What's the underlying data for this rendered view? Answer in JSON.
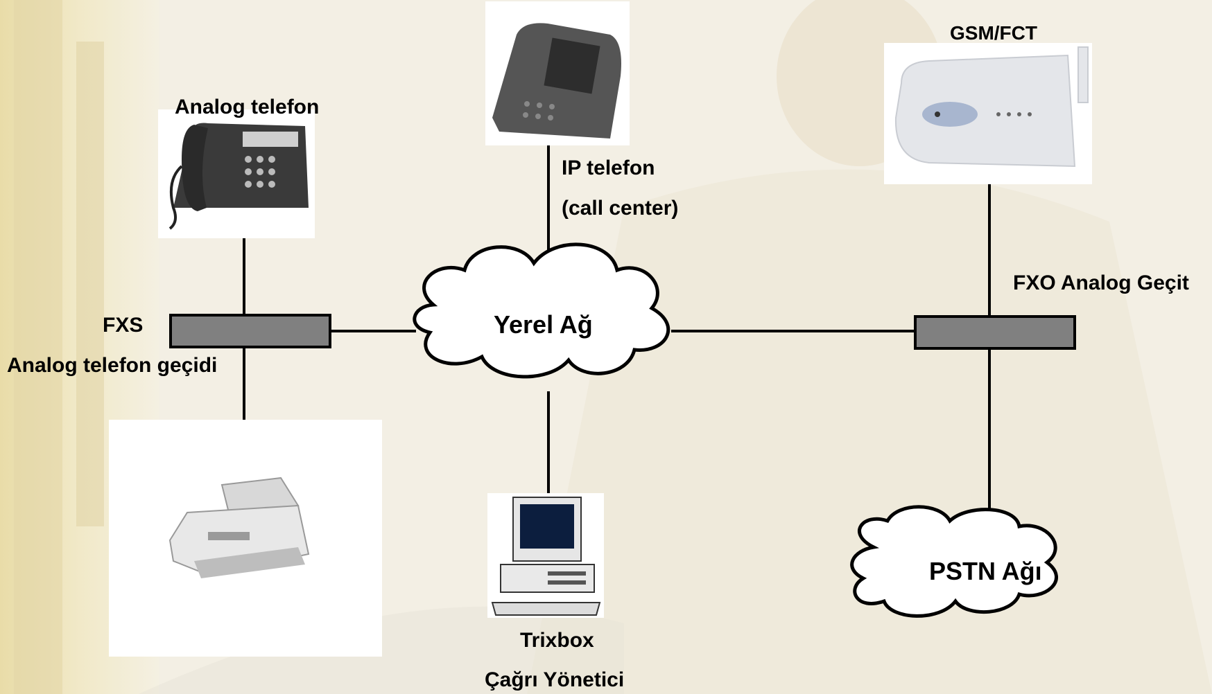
{
  "labels": {
    "analog_phone": "Analog telefon",
    "ip_phone_line1": "IP telefon",
    "ip_phone_line2": "(call center)",
    "gsm_fct": "GSM/FCT",
    "fxo_gateway": "FXO Analog Geçit",
    "fxs": "FXS",
    "fxs_gateway": "Analog telefon geçidi",
    "local_network": "Yerel Ağ",
    "pstn_network": "PSTN Ağı",
    "trixbox": "Trixbox",
    "call_manager": "Çağrı Yönetici"
  },
  "colors": {
    "background": "#f3efe2",
    "gateway_fill": "#808080",
    "line": "#000000",
    "cloud_fill": "#ffffff"
  },
  "icons": {
    "analog_phone": "desk-phone-icon",
    "ip_phone": "ip-phone-icon",
    "gsm_device": "gsm-terminal-icon",
    "fax": "fax-machine-icon",
    "computer": "desktop-computer-icon"
  }
}
